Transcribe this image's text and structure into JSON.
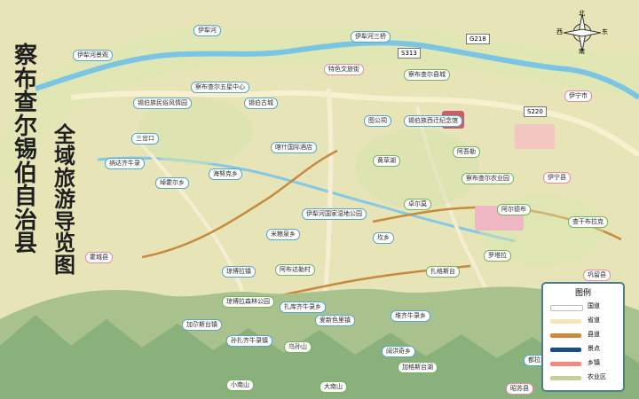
{
  "map": {
    "title_main": [
      "察",
      "布",
      "查",
      "尔",
      "锡",
      "伯",
      "自",
      "治",
      "县"
    ],
    "title_sub": [
      "全",
      "域",
      "旅",
      "游",
      "导",
      "览",
      "图"
    ],
    "places": [
      "伊犁河",
      "伊犁河三桥",
      "伊犁河景观",
      "S313",
      "G218",
      "S220",
      "特色文旅街",
      "察布查尔县城",
      "伊宁市",
      "伊宁县",
      "巩留县",
      "昭苏县",
      "霍城县",
      "察布查尔五星中心",
      "锡伯族民俗风情园",
      "锡伯古城",
      "图公祠",
      "喀什国际酒店",
      "锡伯族西迁纪念馆",
      "伊犁河国家湿地公园",
      "三岔口",
      "纳达齐牛录",
      "绰霍尔乡",
      "海努克乡",
      "米粮泉乡",
      "坎乡",
      "琼博拉镇",
      "加尕斯台镇",
      "孙扎齐牛录镇",
      "扎库齐牛录乡",
      "爱新色里镇",
      "堆齐牛录乡",
      "阔洪奇乡",
      "都拉塔口岸",
      "乌孙山",
      "扎格斯台",
      "罗塔拉",
      "加格斯台湖",
      "琼博拉森林公园",
      "阿布达勒村",
      "黄草湖",
      "阿吾勒",
      "察布查尔农业园",
      "卓尔莫",
      "阿尔德布",
      "查干布拉克",
      "大南山",
      "小南山"
    ],
    "legend": {
      "title": "图例",
      "items": [
        "国道",
        "省道",
        "县道",
        "景点",
        "乡镇",
        "农业区"
      ],
      "colors": [
        "#ffffff",
        "#f4e6b8",
        "#c98a3a",
        "#1a4f83",
        "#f08a7e",
        "#c9cf98"
      ]
    },
    "compass": {
      "n": "北",
      "s": "南",
      "e": "东",
      "w": "西"
    }
  }
}
